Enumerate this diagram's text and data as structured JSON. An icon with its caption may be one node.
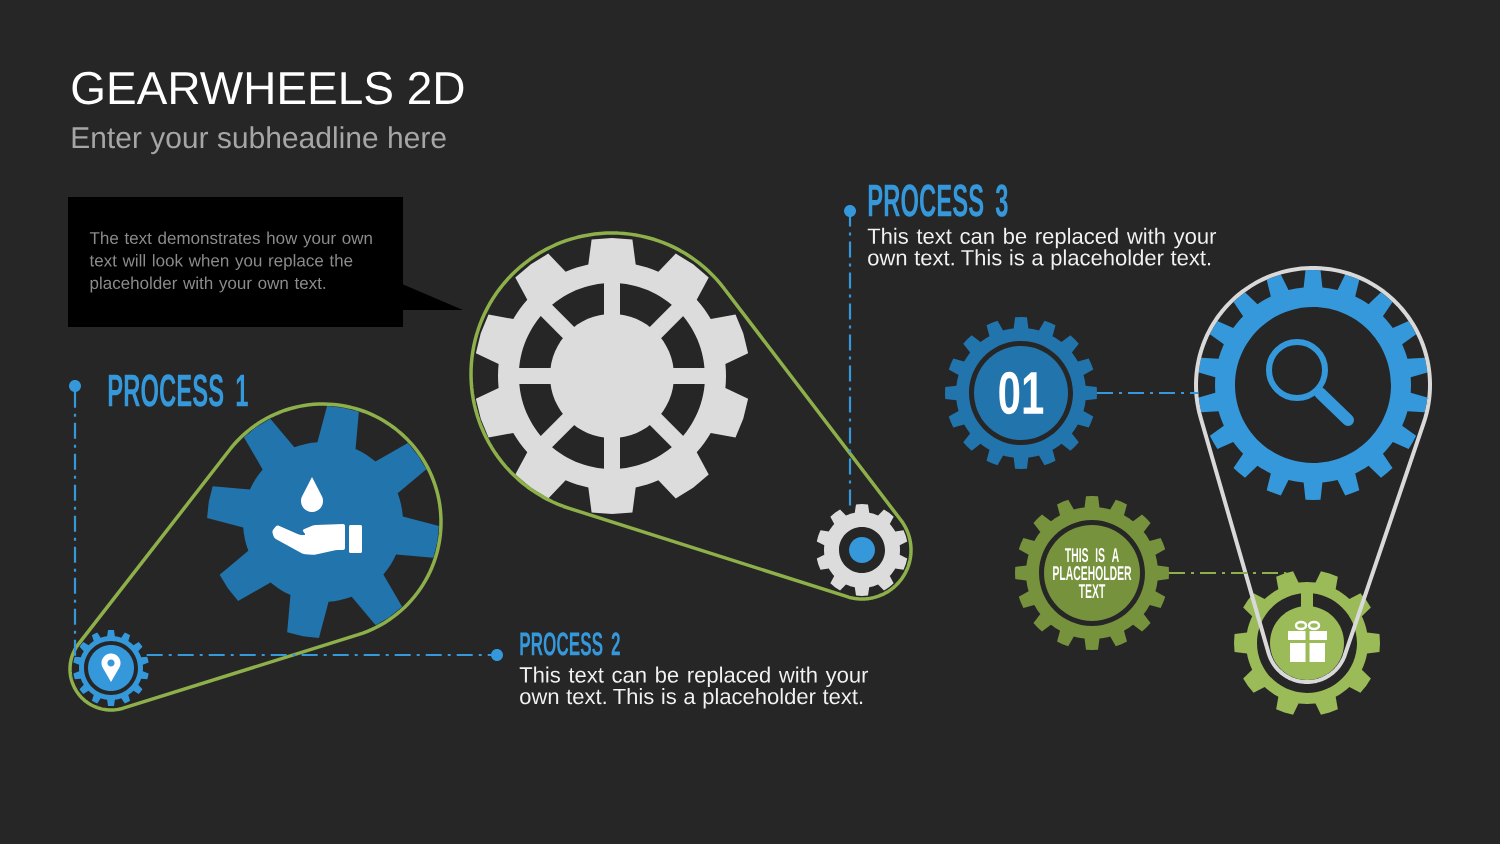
{
  "diagram": {
    "title": "GEARWHEELS 2D",
    "nodes": [
      {
        "text": [
          "The text demonstrates how your own text will look when you replace the placeholder with your own text."
        ]
      },
      {
        "text": [
          "PROCESS 1"
        ]
      },
      {
        "text": [],
        "shape": "picture"
      },
      {
        "text": [],
        "shape": "picture"
      },
      {
        "text": [],
        "shape": "picture"
      },
      {
        "text": [],
        "shape": "circle"
      },
      {
        "text": [
          "PROCESS 2",
          "This text can be replaced with your own text. This is a placeholder text."
        ]
      },
      {
        "text": [
          "PROCESS 3",
          "This text can be replaced with your own text. This is a placeholder text."
        ]
      },
      {
        "text": [
          "01"
        ]
      },
      {
        "text": [],
        "shape": "picture"
      },
      {
        "text": [
          "THIS IS A PLACEHOLDER TEXT"
        ]
      },
      {
        "text": [],
        "shape": "picture"
      }
    ],
    "edges": [
      {
        "from": 2,
        "to": 1,
        "arrow": "none",
        "style": "dashed"
      },
      {
        "from": 2,
        "to": 6,
        "arrow": "none",
        "style": "dashed"
      },
      {
        "from": 5,
        "to": 7,
        "arrow": "none",
        "style": "dashed"
      },
      {
        "from": 8,
        "to": 9,
        "arrow": "none",
        "style": "dashed"
      },
      {
        "from": 10,
        "to": 11,
        "arrow": "none",
        "style": "dashed",
        "color": "#8db04a"
      }
    ],
    "labels": [
      "Enter your subheadline here"
    ]
  }
}
